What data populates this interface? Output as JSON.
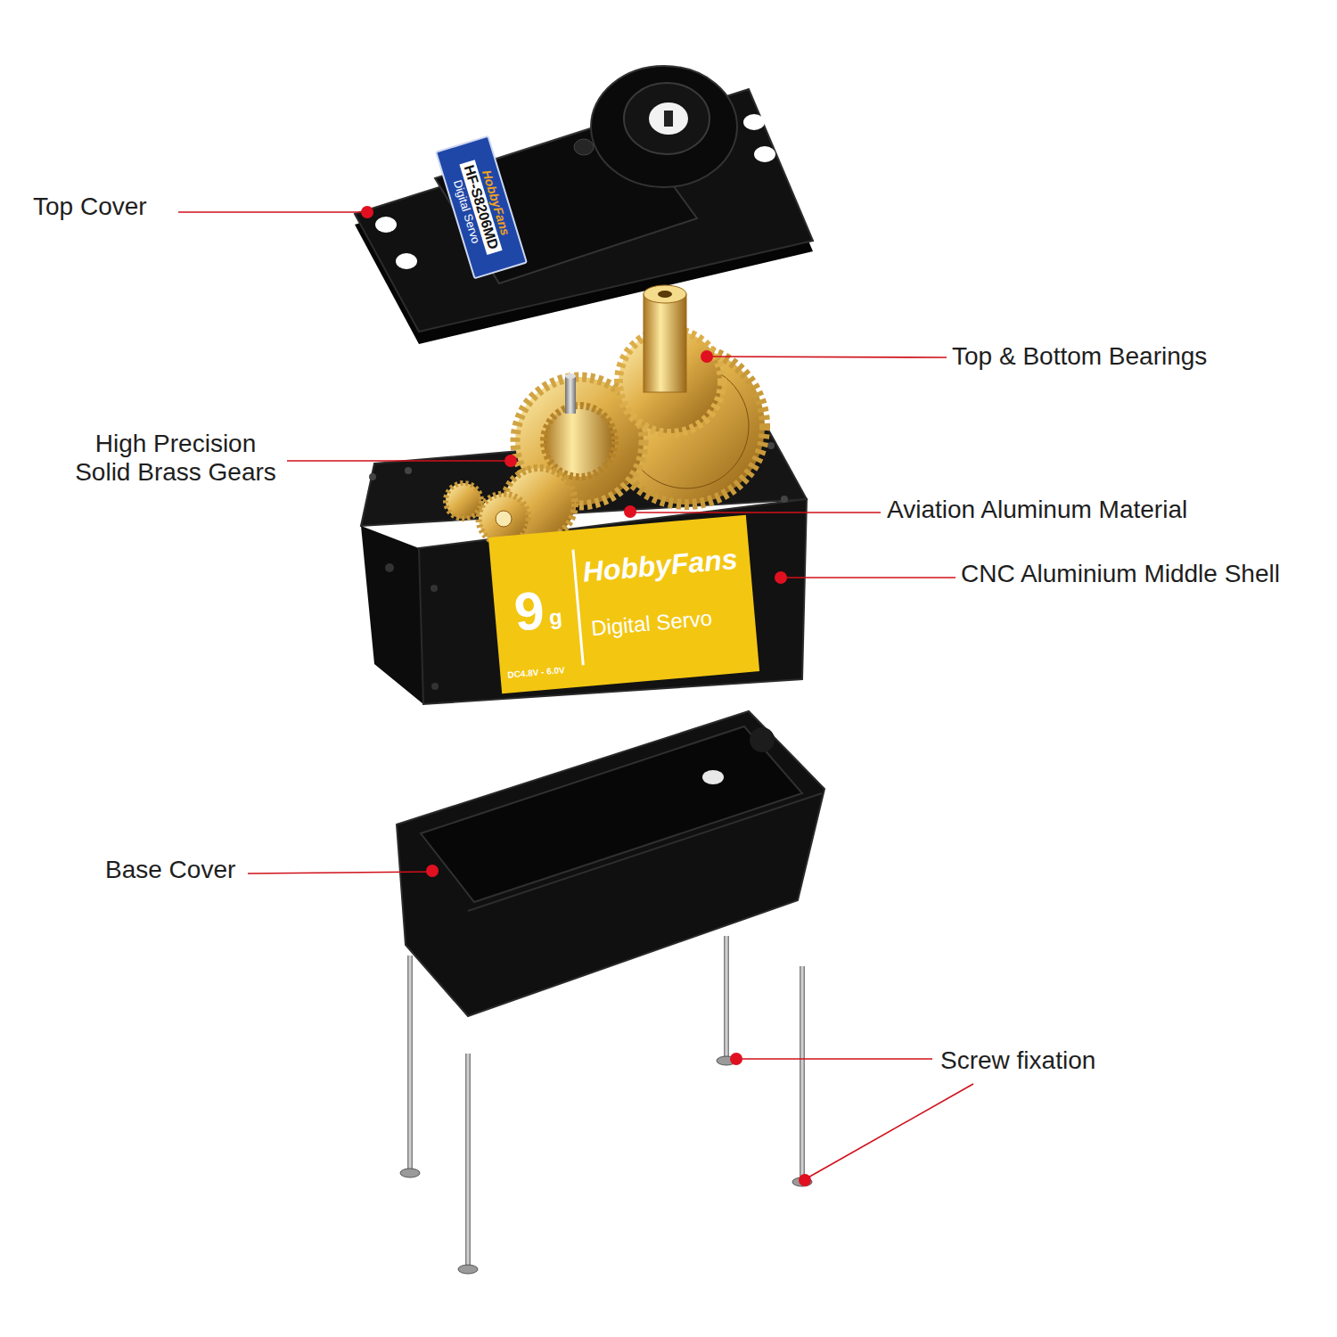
{
  "diagram": {
    "nodes": [
      {
        "text": [
          "HobbyFans",
          "HF-S8206MD",
          "Digital Servo"
        ]
      },
      {
        "text": [
          "9",
          "g",
          "DC4.8V - 6.0V",
          "HobbyFans",
          "Digital Servo"
        ]
      }
    ],
    "labels": [
      "Top Cover",
      "Top & Bottom Bearings",
      "High Precision Solid Brass Gears",
      "Aviation Aluminum Material",
      "CNC Aluminium Middle Shell",
      "Base Cover",
      "Screw fixation"
    ]
  }
}
